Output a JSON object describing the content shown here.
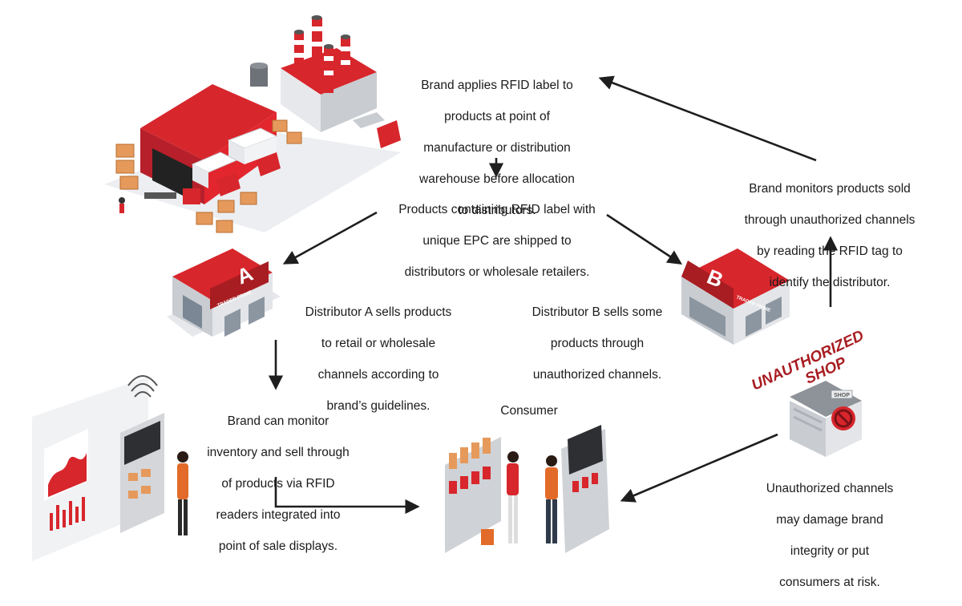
{
  "steps": {
    "label_apply": [
      "Brand applies RFID label to",
      "products at point of",
      "manufacture or distribution",
      "warehouse before allocation",
      "to distributors."
    ],
    "shipping": [
      "Products containing RFID label with",
      "unique EPC are shipped to",
      "distributors or wholesale retailers."
    ],
    "distributor_a": [
      "Distributor A sells products",
      "to retail or wholesale",
      "channels according to",
      "brand’s guidelines."
    ],
    "distributor_b": [
      "Distributor B sells some",
      "products through",
      "unauthorized channels."
    ],
    "monitor_pos": [
      "Brand can monitor",
      "inventory and sell through",
      "of products via RFID",
      "readers integrated into",
      "point of sale displays."
    ],
    "monitor_unauthorized": [
      "Brand monitors products sold",
      "through unauthorized channels",
      "by reading the RFID tag to",
      "identify the distributor."
    ],
    "unauthorized_risk": [
      "Unauthorized channels",
      "may damage brand",
      "integrity or put",
      "consumers at risk."
    ]
  },
  "labels": {
    "consumer": "Consumer",
    "distributor_a_letter": "A",
    "distributor_b_letter": "B",
    "warehouse_a_sign": "TRADER PRIME",
    "warehouse_b_sign": "TRADER PRIME",
    "unauthorized_shop": [
      "UNAUTHORIZED",
      "SHOP"
    ],
    "shop_sign": "SHOP"
  },
  "colors": {
    "brand_red": "#d7262c",
    "dark_red": "#a81d22",
    "arrow": "#1e1e1e",
    "gray": "#c9ccd1"
  }
}
